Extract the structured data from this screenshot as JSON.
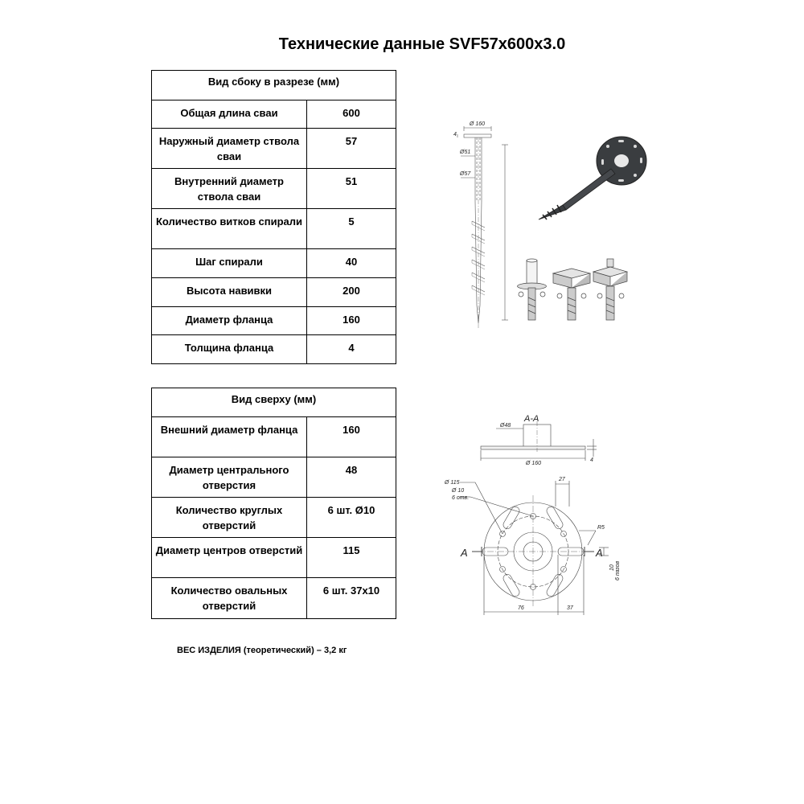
{
  "title": "Технические данные SVF57x600x3.0",
  "side_table": {
    "header": "Вид сбоку в разрезе (мм)",
    "rows": [
      {
        "label": "Общая длина сваи",
        "value": "600"
      },
      {
        "label": "Наружный диаметр ствола сваи",
        "value": "57"
      },
      {
        "label": "Внутренний диаметр ствола сваи",
        "value": "51"
      },
      {
        "label": "Количество витков спирали",
        "value": "5"
      },
      {
        "label": "Шаг спирали",
        "value": "40"
      },
      {
        "label": "Высота навивки",
        "value": "200"
      },
      {
        "label": "Диаметр фланца",
        "value": "160"
      },
      {
        "label": "Толщина фланца",
        "value": "4"
      }
    ]
  },
  "top_table": {
    "header": "Вид сверху (мм)",
    "rows": [
      {
        "label": "Внешний диаметр фланца",
        "value": "160"
      },
      {
        "label": "Диаметр центрального отверстия",
        "value": "48"
      },
      {
        "label": "Количество круглых отверстий",
        "value": "6 шт. Ø10"
      },
      {
        "label": "Диаметр центров отверстий",
        "value": "115"
      },
      {
        "label": "Количество овальных отверстий",
        "value": "6 шт. 37x10"
      }
    ]
  },
  "weight": "ВЕС ИЗДЕЛИЯ (теоретический) – 3,2 кг",
  "drawing_side": {
    "flange_dim": "Ø 160",
    "thickness_dim": "4",
    "inner_dim": "Ø51",
    "outer_dim": "Ø57"
  },
  "drawing_section": {
    "label": "А-А",
    "center_dim": "Ø48",
    "diameter_dim": "Ø 160",
    "thickness_dim": "4"
  },
  "drawing_plan": {
    "pcd_dim": "Ø 115",
    "hole_dim": "Ø 10",
    "hole_count": "6 отв.",
    "slot_dim": "27",
    "radius_dim": "R5",
    "cut_label_left": "А",
    "cut_label_right": "А",
    "slot_width_dim": "10",
    "slot_count": "6 пазов",
    "bottom_dim_left": "76",
    "bottom_dim_right": "37"
  }
}
